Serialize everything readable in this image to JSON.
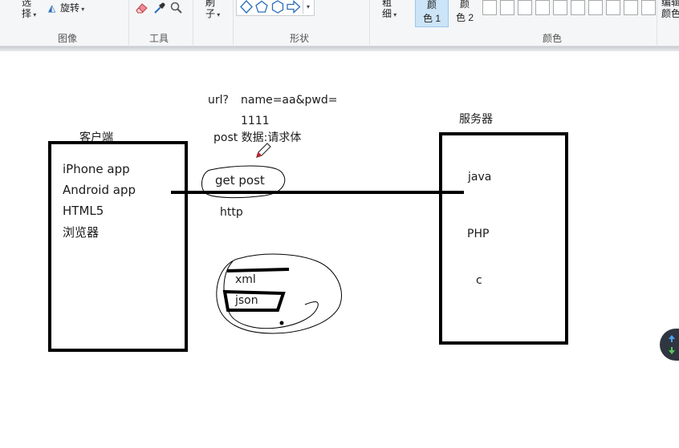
{
  "ribbon": {
    "image_group": {
      "select_label_line1": "选",
      "select_label_line2": "择",
      "rotate_label": "旋转",
      "group_label": "图像"
    },
    "tools_group": {
      "group_label": "工具",
      "tools": [
        "eraser-icon",
        "color-picker-icon",
        "magnifier-icon"
      ]
    },
    "brush": {
      "label_line1": "刷",
      "label_line2": "子"
    },
    "shapes_group": {
      "group_label": "形状",
      "shapes": [
        "diamond-shape",
        "pentagon-shape",
        "hexagon-shape",
        "right-arrow-shape"
      ]
    },
    "size": {
      "label_line1": "粗",
      "label_line2": "细"
    },
    "colors_group": {
      "group_label": "颜色",
      "color1_line1": "颜",
      "color1_line2": "色 1",
      "color2_line1": "颜",
      "color2_line2": "色 2",
      "edit_line1": "编辑",
      "edit_line2": "颜色",
      "swatch_count": 10
    }
  },
  "canvas": {
    "client_title": "客户端",
    "client_items": [
      "iPhone app",
      "Android app",
      "HTML5",
      "浏览器"
    ],
    "server_title": "服务器",
    "server_items": [
      "java",
      "PHP",
      "c"
    ],
    "url_label": "url?",
    "query": "name=aa&pwd=",
    "query_cont": "1111",
    "post_note": "post 数据:请求体",
    "methods": "get post",
    "protocol": "http",
    "formats": [
      "xml",
      "json"
    ]
  },
  "colors": {
    "ribbon_bg": "#f5f6f7",
    "active_color_bg": "#cce4f7",
    "ink": "#000000",
    "pen_red": "#c0272d"
  }
}
